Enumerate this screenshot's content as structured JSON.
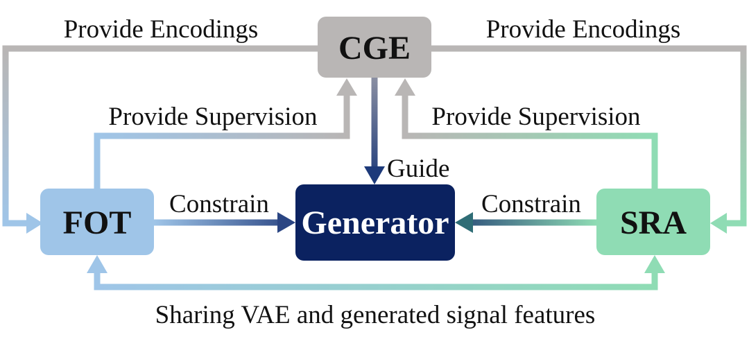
{
  "nodes": {
    "cge": {
      "label": "CGE",
      "color": "#b9b6b5",
      "text_color": "#111111"
    },
    "fot": {
      "label": "FOT",
      "color": "#9fc5e8",
      "text_color": "#111111"
    },
    "generator": {
      "label": "Generator",
      "color": "#0b2260",
      "text_color": "#ffffff"
    },
    "sra": {
      "label": "SRA",
      "color": "#8fdcb4",
      "text_color": "#111111"
    }
  },
  "edges": {
    "encodings_left": "Provide Encodings",
    "encodings_right": "Provide Encodings",
    "supervision_left": "Provide Supervision",
    "supervision_right": "Provide Supervision",
    "guide": "Guide",
    "constrain_left": "Constrain",
    "constrain_right": "Constrain",
    "sharing": "Sharing VAE and generated signal features"
  },
  "colors": {
    "gray_line": "#b9b6b5",
    "blue_line": "#9fc5e8",
    "green_line": "#8fdcb4",
    "dark_arrow": "#2a4583",
    "teal_arrow": "#2f6d76"
  }
}
